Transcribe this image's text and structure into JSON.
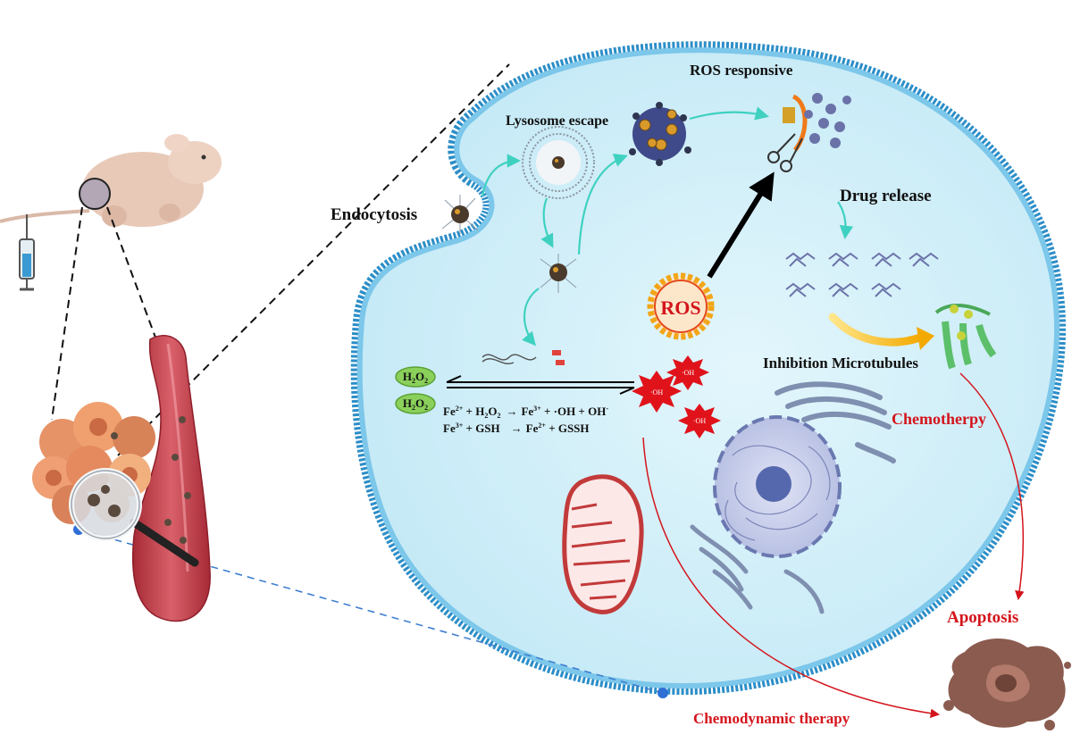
{
  "labels": {
    "ros_responsive": "ROS responsive",
    "lysosome_escape": "Lysosome escape",
    "endocytosis": "Endocytosis",
    "drug_release": "Drug release",
    "ros": "ROS",
    "inhibition_microtubules": "Inhibition Microtubules",
    "chemotherapy": "Chemotherpy",
    "apoptosis": "Apoptosis",
    "chemodynamic_therapy": "Chemodynamic therapy"
  },
  "h2o2": {
    "base": "H",
    "sub1": "2",
    "mid": "O",
    "sub2": "2"
  },
  "hydroxyl": "·OH",
  "equations": {
    "line1": {
      "fe": "Fe",
      "fe_charge_2": "2+",
      "plus_h": " + H",
      "two_a": "2",
      "o": "O",
      "two_b": "2",
      "arrow": "→",
      "fe3": "Fe",
      "fe_charge_3": "3+",
      "tail": " + ·OH + OH",
      "minus": "-"
    },
    "line2": {
      "fe": "Fe",
      "fe_charge_3": "3+",
      "plus_gsh": " + GSH",
      "arrow": "→",
      "fe2": "Fe",
      "fe_charge_2": "2+",
      "tail": " + GSSH"
    }
  },
  "colors": {
    "cell_fill": "#cdeef8",
    "membrane": "#3ca6d9",
    "arrow_teal": "#3fd1c0",
    "arrow_red": "#d4141c",
    "label_red": "#d4141c",
    "vessel": "#c9464f",
    "apoptotic_cell": "#8a5b4e",
    "ros_ring": "#f2a516"
  },
  "icons": [
    "mouse-icon",
    "syringe-icon",
    "tumor-icon",
    "magnifier-icon",
    "nanoparticle-icon",
    "scissors-icon",
    "mitochondrion-icon",
    "nucleus-icon",
    "golgi-icon",
    "microtubule-icon"
  ]
}
